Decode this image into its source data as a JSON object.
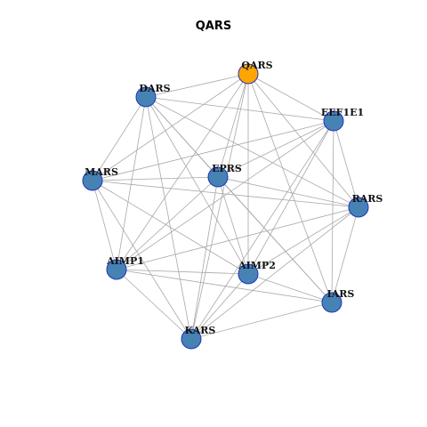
{
  "title": "QARS",
  "colors": {
    "edge": "#a8a8a8",
    "node_default": "#4682b4",
    "node_highlight": "#ffa500",
    "node_border": "#1f36b8"
  },
  "nodes": [
    {
      "id": "QARS",
      "label": "QARS",
      "highlight": true
    },
    {
      "id": "DARS",
      "label": "DARS",
      "highlight": false
    },
    {
      "id": "EEF1E1",
      "label": "EEF1E1",
      "highlight": false
    },
    {
      "id": "EPRS",
      "label": "EPRS",
      "highlight": false
    },
    {
      "id": "MARS",
      "label": "MARS",
      "highlight": false
    },
    {
      "id": "RARS",
      "label": "RARS",
      "highlight": false
    },
    {
      "id": "AIMP1",
      "label": "AIMP1",
      "highlight": false
    },
    {
      "id": "AIMP2",
      "label": "AIMP2",
      "highlight": false
    },
    {
      "id": "IARS",
      "label": "IARS",
      "highlight": false
    },
    {
      "id": "KARS",
      "label": "KARS",
      "highlight": false
    }
  ],
  "edges": [
    [
      "QARS",
      "DARS"
    ],
    [
      "QARS",
      "EEF1E1"
    ],
    [
      "QARS",
      "MARS"
    ],
    [
      "QARS",
      "EPRS"
    ],
    [
      "QARS",
      "RARS"
    ],
    [
      "QARS",
      "AIMP1"
    ],
    [
      "QARS",
      "AIMP2"
    ],
    [
      "QARS",
      "IARS"
    ],
    [
      "QARS",
      "KARS"
    ],
    [
      "DARS",
      "EEF1E1"
    ],
    [
      "DARS",
      "MARS"
    ],
    [
      "DARS",
      "EPRS"
    ],
    [
      "DARS",
      "RARS"
    ],
    [
      "DARS",
      "AIMP1"
    ],
    [
      "DARS",
      "AIMP2"
    ],
    [
      "DARS",
      "IARS"
    ],
    [
      "DARS",
      "KARS"
    ],
    [
      "EEF1E1",
      "MARS"
    ],
    [
      "EEF1E1",
      "EPRS"
    ],
    [
      "EEF1E1",
      "RARS"
    ],
    [
      "EEF1E1",
      "AIMP1"
    ],
    [
      "EEF1E1",
      "AIMP2"
    ],
    [
      "EEF1E1",
      "IARS"
    ],
    [
      "EEF1E1",
      "KARS"
    ],
    [
      "MARS",
      "EPRS"
    ],
    [
      "MARS",
      "RARS"
    ],
    [
      "MARS",
      "AIMP1"
    ],
    [
      "MARS",
      "AIMP2"
    ],
    [
      "MARS",
      "KARS"
    ],
    [
      "EPRS",
      "RARS"
    ],
    [
      "EPRS",
      "AIMP1"
    ],
    [
      "EPRS",
      "AIMP2"
    ],
    [
      "EPRS",
      "IARS"
    ],
    [
      "EPRS",
      "KARS"
    ],
    [
      "RARS",
      "AIMP1"
    ],
    [
      "RARS",
      "AIMP2"
    ],
    [
      "RARS",
      "IARS"
    ],
    [
      "RARS",
      "KARS"
    ],
    [
      "AIMP1",
      "AIMP2"
    ],
    [
      "AIMP1",
      "IARS"
    ],
    [
      "AIMP1",
      "KARS"
    ],
    [
      "AIMP2",
      "IARS"
    ],
    [
      "AIMP2",
      "KARS"
    ],
    [
      "IARS",
      "KARS"
    ]
  ]
}
